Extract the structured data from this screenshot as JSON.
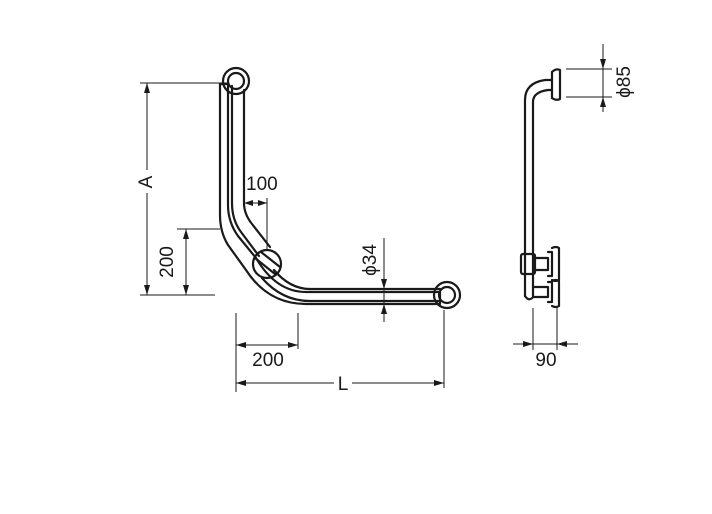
{
  "front_view": {
    "dim_a": "A",
    "dim_lower_vertical": "200",
    "dim_offset": "100",
    "dim_lower_horizontal": "200",
    "dim_l": "L",
    "dim_diameter": "ϕ34"
  },
  "side_view": {
    "dim_flange_diameter": "ϕ85",
    "dim_projection": "90"
  }
}
